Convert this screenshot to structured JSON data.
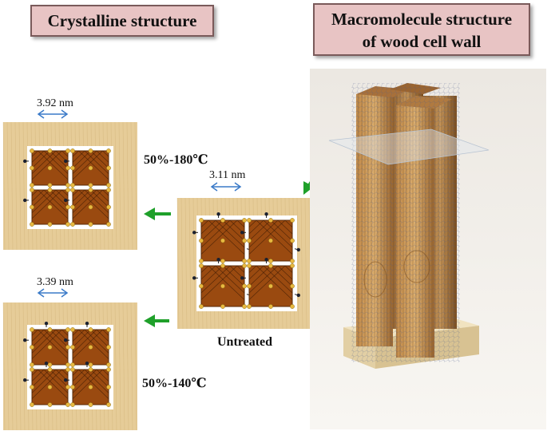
{
  "titles": {
    "left": "Crystalline structure",
    "right_line1": "Macromolecule structure",
    "right_line2": "of  wood cell wall"
  },
  "panels": {
    "top_left": {
      "dimension": "3.92 nm",
      "condition": "50%-180℃"
    },
    "center": {
      "dimension": "3.11 nm",
      "condition": "Untreated"
    },
    "bottom_left": {
      "dimension": "3.39 nm",
      "condition": "50%-140℃"
    }
  },
  "colors": {
    "title_bg": "#e8c4c4",
    "wood_bg": "#e6cc98",
    "crystal": "#9a4a10",
    "node": "#e8b840",
    "arrow_green": "#1fa02a",
    "dim_arrow": "#3a7ac8"
  }
}
